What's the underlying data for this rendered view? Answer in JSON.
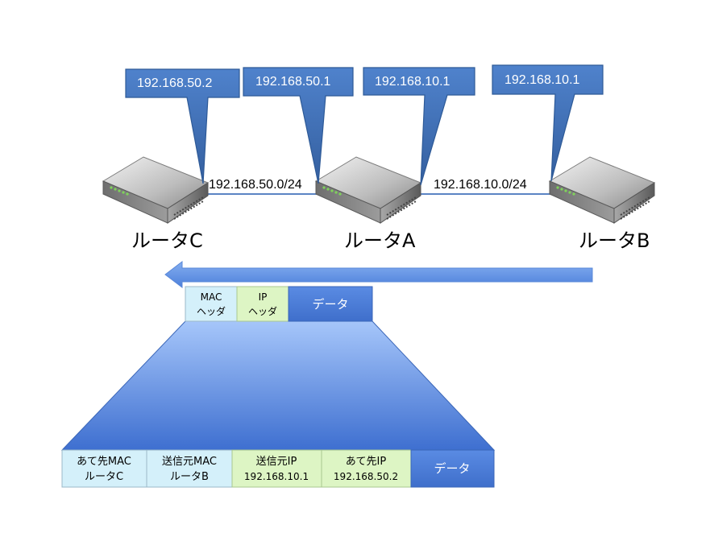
{
  "colors": {
    "callout_fill": "#3F71B8",
    "callout_stroke": "#2E5A97",
    "arrow_fill": "#5C8FE0",
    "mac_cell": "#D4F0FA",
    "ip_cell": "#DDF5C4",
    "data_cell": "#4E7FD6",
    "funnel_top": "#9CC0F8",
    "funnel_bottom": "#3D6FD2"
  },
  "routers": {
    "c": {
      "label": "ルータC",
      "address": "192.168.50.2"
    },
    "a": {
      "label": "ルータA",
      "address_left": "192.168.50.1",
      "address_right": "192.168.10.1"
    },
    "b": {
      "label": "ルータB",
      "address": "192.168.10.1"
    }
  },
  "networks": {
    "left": "192.168.50.0/24",
    "right": "192.168.10.0/24"
  },
  "direction": "right-to-left",
  "small_packet": {
    "mac_line1": "MAC",
    "mac_line2": "ヘッダ",
    "ip_line1": "IP",
    "ip_line2": "ヘッダ",
    "data": "データ"
  },
  "big_packet": {
    "dst_mac_line1": "あて先MAC",
    "dst_mac_line2": "ルータC",
    "src_mac_line1": "送信元MAC",
    "src_mac_line2": "ルータB",
    "src_ip_line1": "送信元IP",
    "src_ip_line2": "192.168.10.1",
    "dst_ip_line1": "あて先IP",
    "dst_ip_line2": "192.168.50.2",
    "data": "データ"
  }
}
